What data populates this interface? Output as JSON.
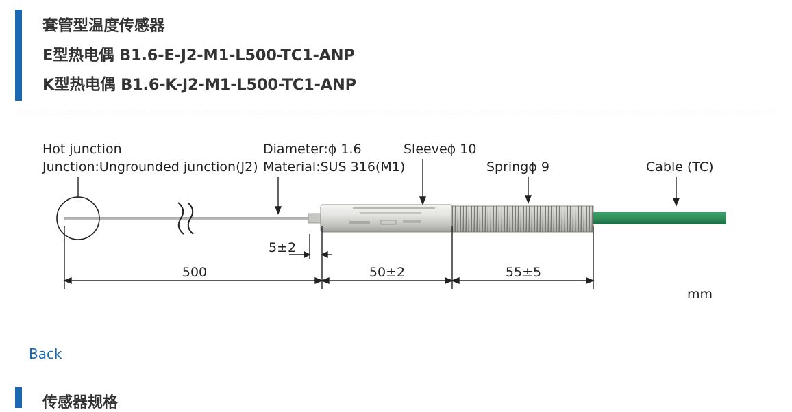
{
  "header": {
    "lines": [
      "套管型温度传感器",
      "E型热电偶 B1.6-E-J2-M1-L500-TC1-ANP",
      "K型热电偶 B1.6-K-J2-M1-L500-TC1-ANP"
    ]
  },
  "diagram": {
    "labels": {
      "hot_junction": "Hot junction",
      "junction": "Junction:Ungrounded junction(J2)",
      "diameter": "Diameter:ϕ 1.6",
      "material": "Material:SUS 316(M1)",
      "sleeve": "Sleeveϕ 10",
      "spring": "Springϕ 9",
      "cable": "Cable (TC)"
    },
    "dimensions": {
      "gap": "5±2",
      "length": "500",
      "sleeve_length": "50±2",
      "spring_length": "55±5"
    },
    "unit": "mm",
    "colors": {
      "cable": "#2f8f5b",
      "sleeve": "#c9c9c5",
      "spring": "#a9a9a4"
    }
  },
  "nav": {
    "back_label": "Back"
  },
  "section": {
    "title": "传感器规格"
  },
  "colors": {
    "accent": "#1a67b3"
  }
}
